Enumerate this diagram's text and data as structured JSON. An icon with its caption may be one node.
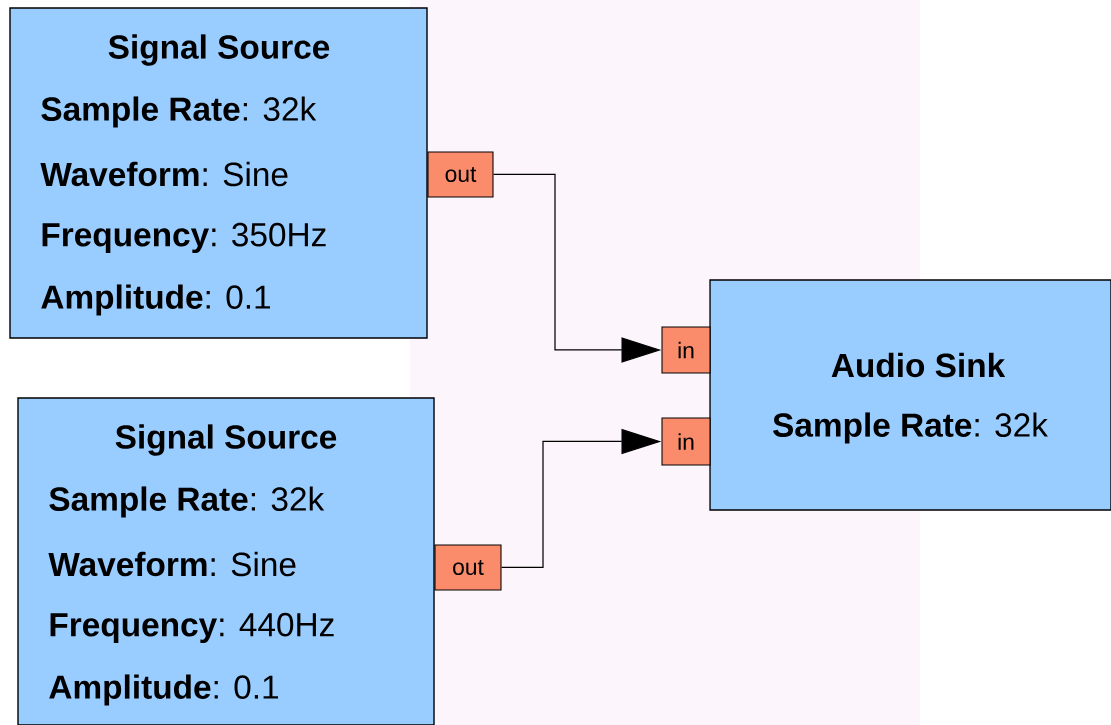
{
  "diagram": {
    "nodes": [
      {
        "text": [
          "Signal Source",
          "**Sample Rate**: 32k",
          "**Waveform**: Sine",
          "**Frequency**: 350Hz",
          "**Amplitude**: 0.1"
        ]
      },
      {
        "text": [
          "out"
        ]
      },
      {
        "text": [
          "Signal Source",
          "**Sample Rate**: 32k",
          "**Waveform**: Sine",
          "**Frequency**: 440Hz",
          "**Amplitude**: 0.1"
        ]
      },
      {
        "text": [
          "out"
        ]
      },
      {
        "text": [
          "Audio Sink",
          "**Sample Rate**: 32k"
        ]
      },
      {
        "text": [
          "in"
        ]
      },
      {
        "text": [
          "in"
        ]
      }
    ],
    "edges": [
      {
        "from": 1,
        "to": 5,
        "arrow": "to"
      },
      {
        "from": 3,
        "to": 6,
        "arrow": "to"
      }
    ]
  }
}
